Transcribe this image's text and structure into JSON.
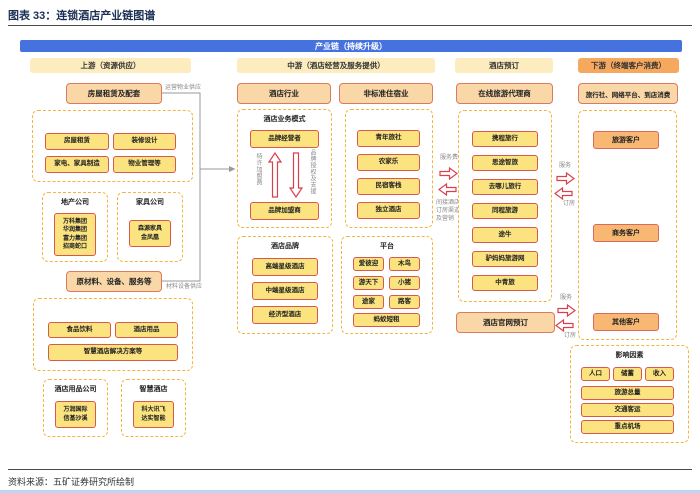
{
  "figure": {
    "title": "图表 33：连锁酒店产业链图谱",
    "source": "资料来源：五矿证券研究所绘制"
  },
  "banner": "产业链（持续升级）",
  "headers": {
    "upstream": "上游（资源供应）",
    "midstream": "中游（酒店经营及服务提供）",
    "booking": "酒店预订",
    "downstream": "下游（终端客户消费）"
  },
  "upstream": {
    "property_label": "运营物业供应",
    "materials_label": "材料设备供应",
    "housing": {
      "header": "房屋租赁及配套",
      "items": [
        "房屋租赁",
        "装修设计",
        "家电、家具制造",
        "物业管理等"
      ]
    },
    "realty": {
      "title": "地产公司",
      "companies": "万科集团\n华润集团\n富力集团\n招商蛇口"
    },
    "furniture": {
      "title": "家具公司",
      "companies": "森源家具\n金凤凰"
    },
    "materials": {
      "header": "原材料、设备、服务等",
      "items": [
        "食品饮料",
        "酒店用品",
        "智慧酒店解决方案等"
      ]
    },
    "supplies": {
      "title": "酒店用品公司",
      "companies": "万润国际\n信基沙溪"
    },
    "smart": {
      "title": "智慧酒店",
      "companies": "科大讯飞\n达实智能"
    }
  },
  "midstream": {
    "hotel_header": "酒店行业",
    "nonstandard_header": "非标准住宿业",
    "model": {
      "title": "酒店业务模式",
      "operator": "品牌经营者",
      "franchisee": "品牌加盟商",
      "fee": "特许加盟费",
      "support": "品牌授权及支援"
    },
    "nonstandard_items": [
      "青年旅社",
      "农家乐",
      "民宿客栈",
      "独立酒店"
    ],
    "brands": {
      "title": "酒店品牌",
      "items": [
        "高端星级酒店",
        "中端星级酒店",
        "经济型酒店"
      ]
    },
    "platforms": {
      "title": "平台",
      "items": [
        "爱彼迎",
        "木鸟",
        "游天下",
        "小猪",
        "途家",
        "路客",
        "蚂蚁短租"
      ]
    }
  },
  "booking": {
    "ota_header": "在线旅游代理商",
    "ota_items": [
      "携程旅行",
      "思途智旅",
      "去哪儿旅行",
      "同程旅游",
      "途牛",
      "驴妈妈旅游网",
      "中青旅"
    ],
    "official": "酒店官网预订"
  },
  "downstream": {
    "header_box": "旅行社、网络平台、到店消费",
    "customers": [
      "旅游客户",
      "商务客户",
      "其他客户"
    ],
    "factors": {
      "title": "影响因素",
      "row_items": [
        "人口",
        "储蓄",
        "收入"
      ],
      "wide_items": [
        "旅游总量",
        "交通客运",
        "重点机场"
      ]
    }
  },
  "flows": {
    "service_fee": "服务费",
    "indirect_channel": "间接酒店\n订房渠道\n及营销",
    "service": "服务",
    "booking": "订房"
  },
  "colors": {
    "banner_blue": "#4672E0",
    "header_cream": "#FDEDBE",
    "header_orange": "#F6A95E",
    "box_peach": "#FAD7A6",
    "box_yellow": "#FBE380",
    "box_orange": "#F8B873",
    "border_red": "#D8584E",
    "dashed_yellow": "#F2B63C",
    "arrow_red": "#D8404E",
    "footer_strip_blue": "#BCD7F0"
  }
}
